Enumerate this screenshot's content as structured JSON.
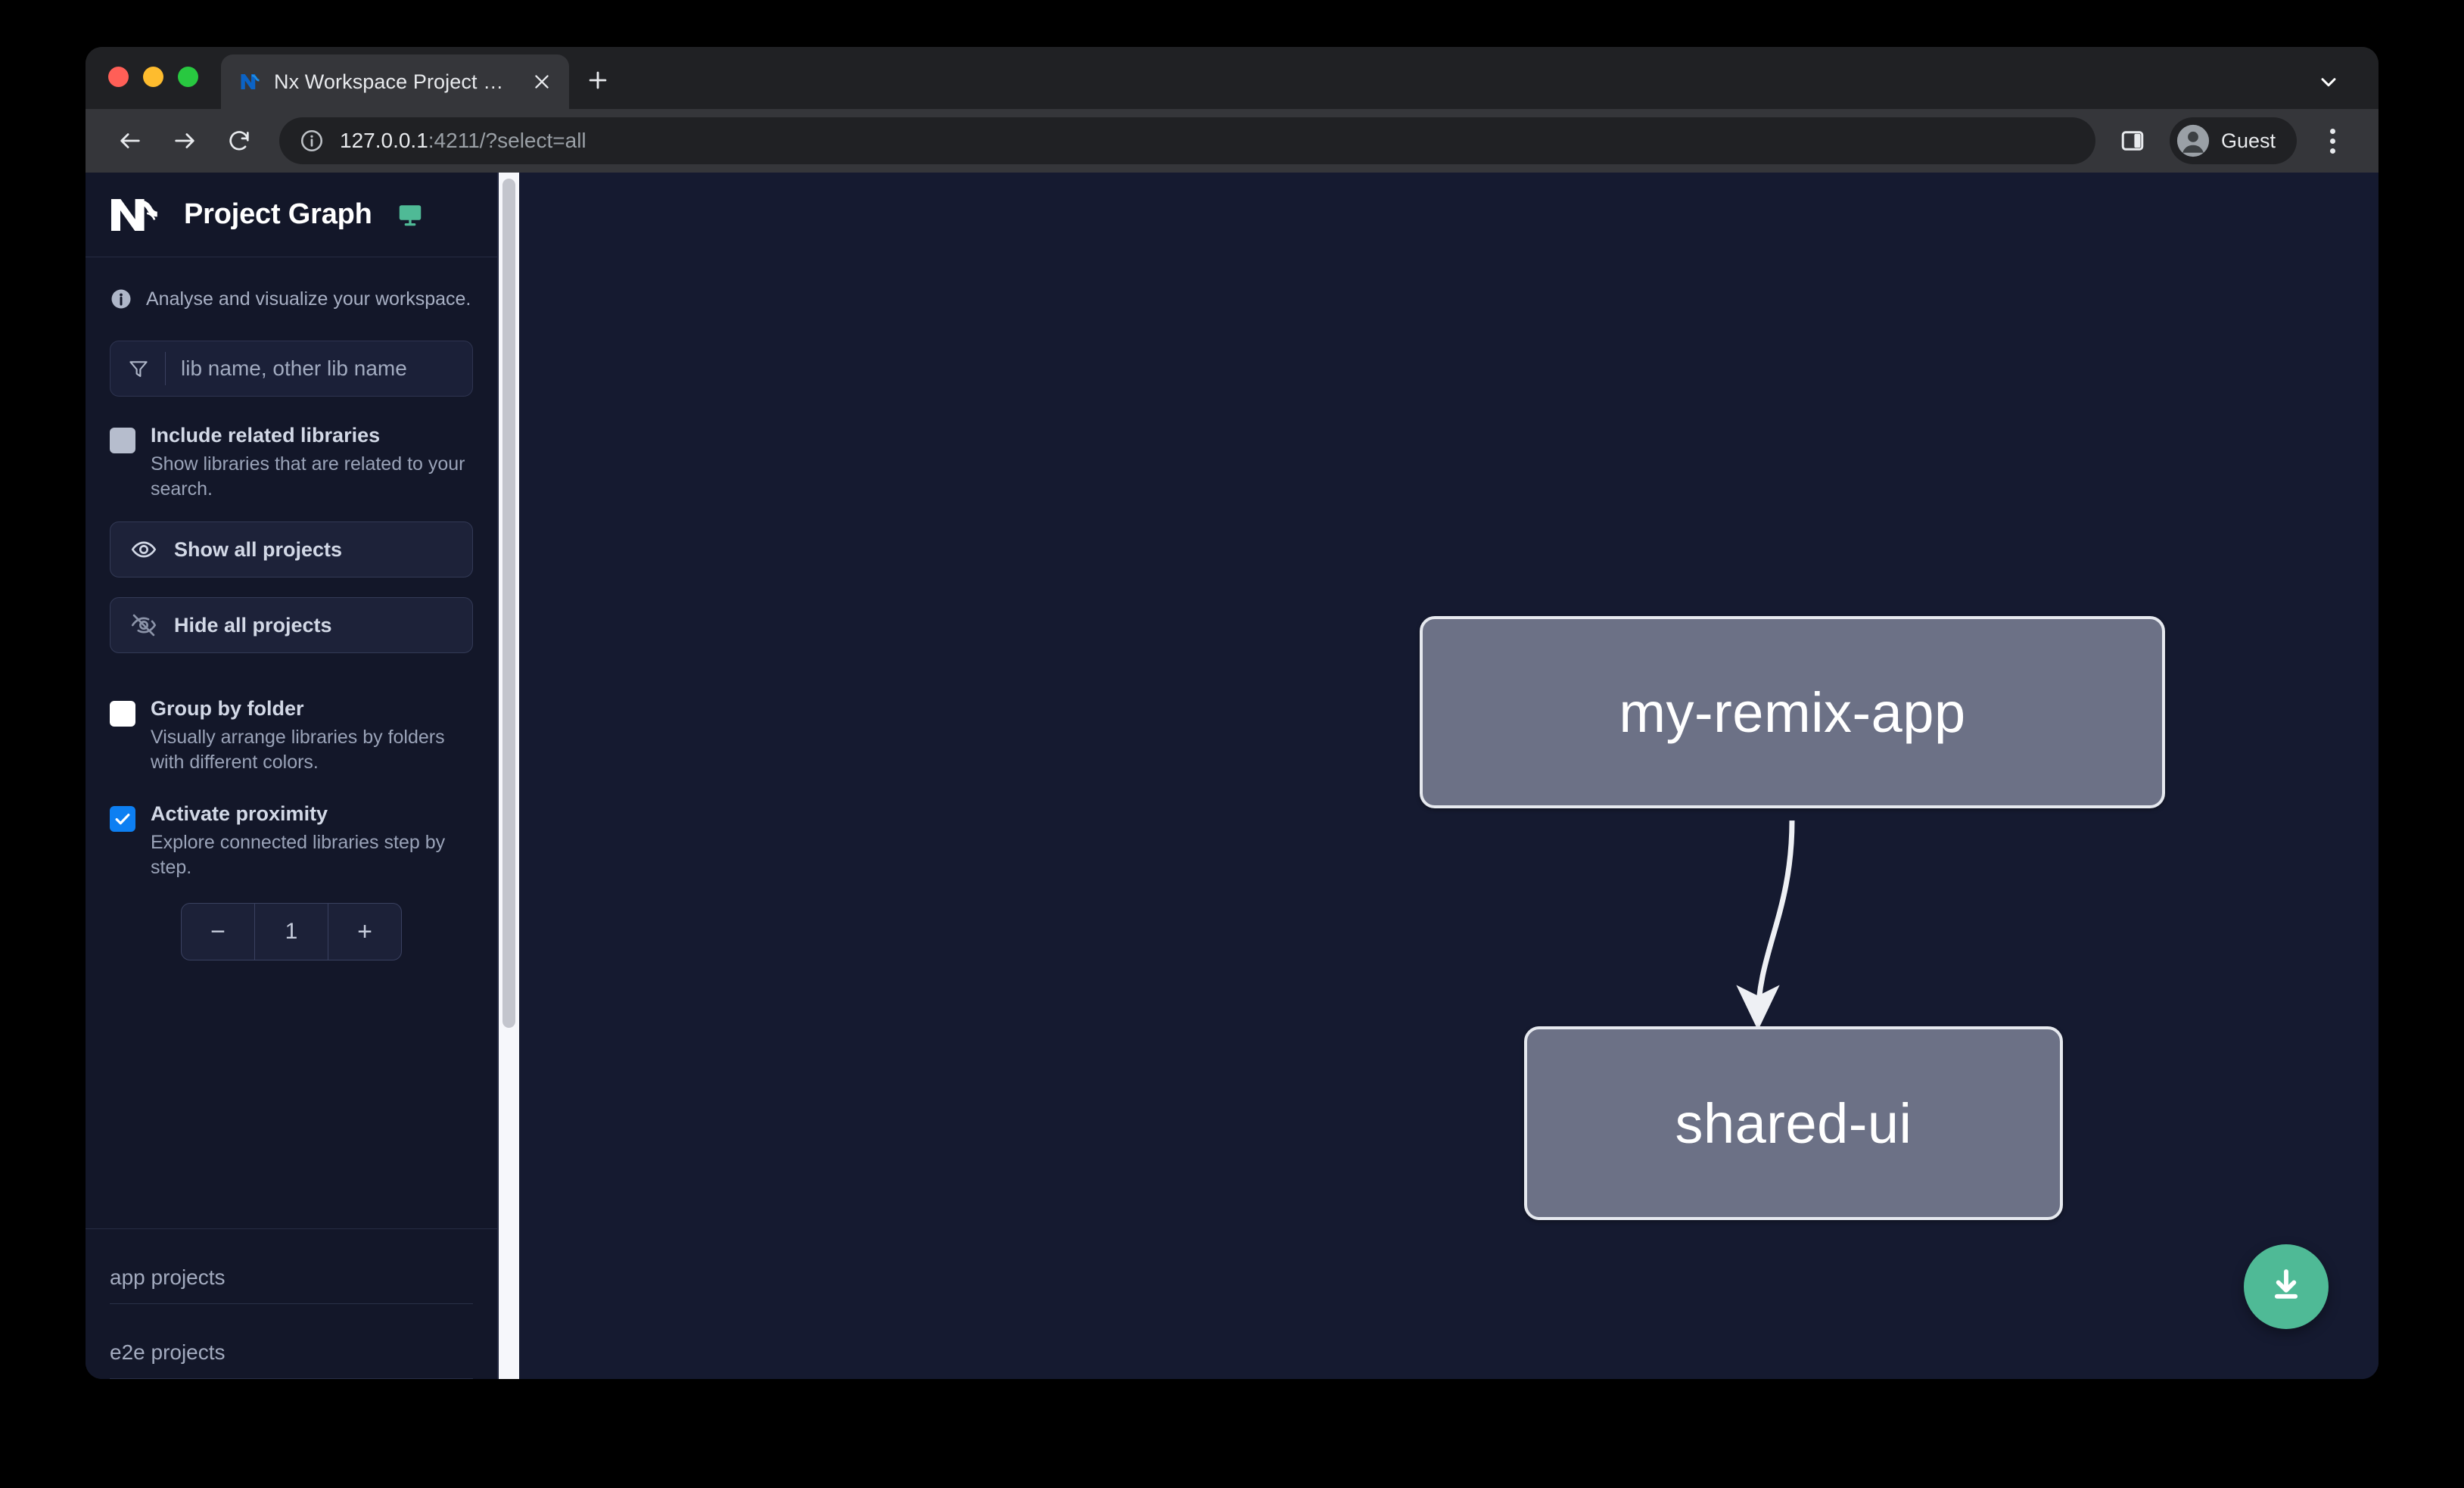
{
  "browser": {
    "tab": {
      "title": "Nx Workspace Project Graph",
      "favicon_icon": "nx-logo-icon",
      "close_icon": "close-icon"
    },
    "new_tab_icon": "plus-icon",
    "tabstrip_chevron_icon": "chevron-down-icon",
    "toolbar": {
      "back_icon": "back-arrow-icon",
      "forward_icon": "forward-arrow-icon",
      "reload_icon": "reload-icon",
      "info_icon": "info-circle-icon",
      "url_host": "127.0.0.1",
      "url_rest": ":4211/?select=all",
      "side_panel_icon": "side-panel-icon",
      "profile_icon": "account-avatar-icon",
      "profile_name": "Guest",
      "menu_icon": "kebab-menu-icon"
    },
    "window_controls": {
      "close": "close-window",
      "minimize": "minimize-window",
      "maximize": "maximize-window"
    }
  },
  "sidebar": {
    "logo_icon": "nx-logo-icon",
    "title": "Project Graph",
    "monitor_icon": "monitor-icon",
    "note_icon": "info-circle-icon",
    "note": "Analyse and visualize your workspace.",
    "search": {
      "filter_icon": "filter-icon",
      "placeholder": "lib name, other lib name",
      "value": ""
    },
    "options": [
      {
        "id": "include-related-libraries",
        "label": "Include related libraries",
        "description": "Show libraries that are related to your search.",
        "state": "grey"
      },
      {
        "id": "group-by-folder",
        "label": "Group by folder",
        "description": "Visually arrange libraries by folders with different colors.",
        "state": "empty"
      },
      {
        "id": "activate-proximity",
        "label": "Activate proximity",
        "description": "Explore connected libraries step by step.",
        "state": "checked"
      }
    ],
    "buttons": [
      {
        "id": "show-all-projects",
        "label": "Show all projects",
        "icon": "eye-icon"
      },
      {
        "id": "hide-all-projects",
        "label": "Hide all projects",
        "icon": "eye-slash-icon"
      }
    ],
    "stepper": {
      "decrement_label": "−",
      "value": "1",
      "increment_label": "+"
    },
    "sections": [
      {
        "id": "app-projects",
        "label": "app projects"
      },
      {
        "id": "e2e-projects",
        "label": "e2e projects"
      }
    ],
    "scrollbar": {
      "present": true
    }
  },
  "graph": {
    "background_color": "#151a30",
    "node_fill": "#6c7186",
    "node_border": "#e6e9ef",
    "edge_color": "#eef0f4",
    "nodes": [
      {
        "id": "my-remix-app",
        "label": "my-remix-app"
      },
      {
        "id": "shared-ui",
        "label": "shared-ui"
      }
    ],
    "edges": [
      {
        "from": "my-remix-app",
        "to": "shared-ui"
      }
    ],
    "download_button": {
      "icon": "download-icon",
      "color": "#4fba96"
    }
  }
}
